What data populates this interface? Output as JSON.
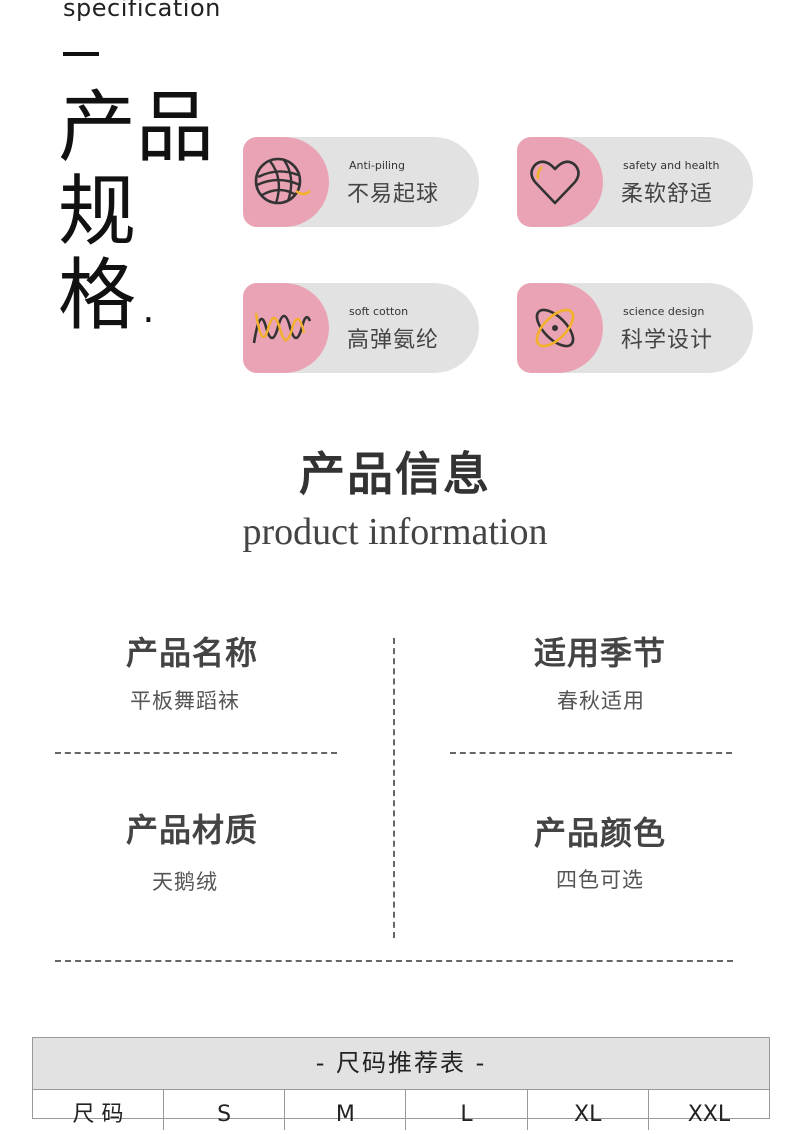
{
  "header": {
    "spec_word": "specification",
    "title_line1": "产品",
    "title_line2": "规格."
  },
  "features": [
    {
      "en": "Anti-piling",
      "zh": "不易起球",
      "icon": "yarn-ball-icon"
    },
    {
      "en": "safety and health",
      "zh": "柔软舒适",
      "icon": "heart-icon"
    },
    {
      "en": "soft cotton",
      "zh": "高弹氨纶",
      "icon": "elastic-wave-icon"
    },
    {
      "en": "science design",
      "zh": "科学设计",
      "icon": "orbit-icon"
    }
  ],
  "info": {
    "title": "产品信息",
    "subtitle": "product information",
    "items": [
      {
        "label": "产品名称",
        "value": "平板舞蹈袜"
      },
      {
        "label": "适用季节",
        "value": "春秋适用"
      },
      {
        "label": "产品材质",
        "value": "天鹅绒"
      },
      {
        "label": "产品颜色",
        "value": "四色可选"
      }
    ]
  },
  "size_table": {
    "title": "尺码推荐表",
    "headers": [
      "尺 码",
      "S",
      "M",
      "L",
      "XL",
      "XXL"
    ]
  },
  "colors": {
    "badge_pink": "#eaa3b4",
    "badge_gray": "#e2e2e2",
    "accent_yellow": "#f3b12a"
  }
}
